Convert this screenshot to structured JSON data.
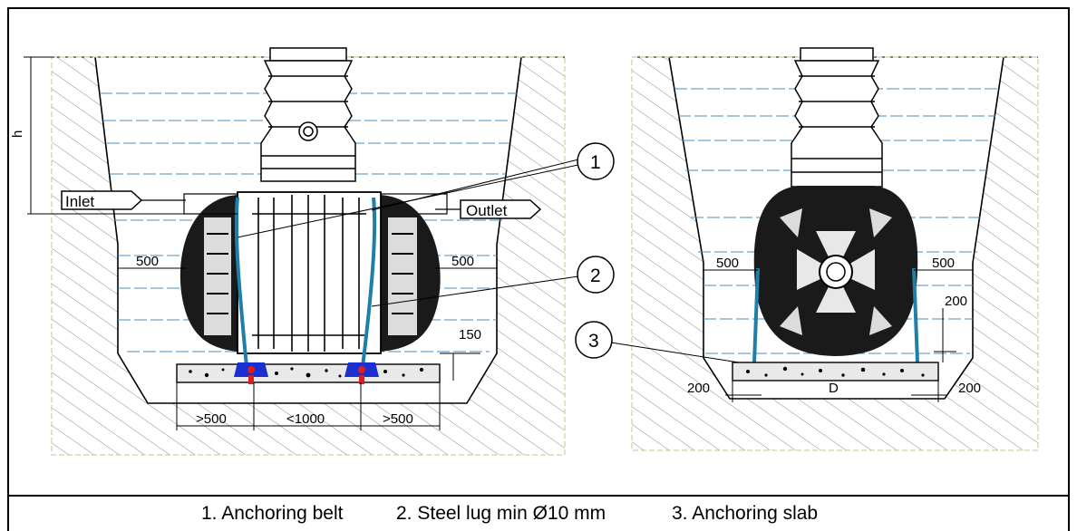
{
  "tags": {
    "inlet": "Inlet",
    "outlet": "Outlet"
  },
  "callouts": [
    "1",
    "2",
    "3"
  ],
  "dimensions": {
    "h": "h",
    "left_side_left": "500",
    "left_side_right": "500",
    "depth_150": "150",
    "bottom_left": ">500",
    "bottom_mid": "<1000",
    "bottom_right": ">500",
    "right_side_left": "500",
    "right_side_right": "500",
    "right_200_top": "200",
    "right_200_left": "200",
    "right_200_right": "200",
    "right_D": "D"
  },
  "legend": {
    "item1": "1. Anchoring belt",
    "item2": "2. Steel lug min Ø10 mm",
    "item3": "3. Anchoring slab"
  },
  "colors": {
    "water": "#4a8fc0",
    "belt": "#1f7fa6",
    "lug": "#1a2fd0",
    "lug_accent": "#d82020"
  }
}
